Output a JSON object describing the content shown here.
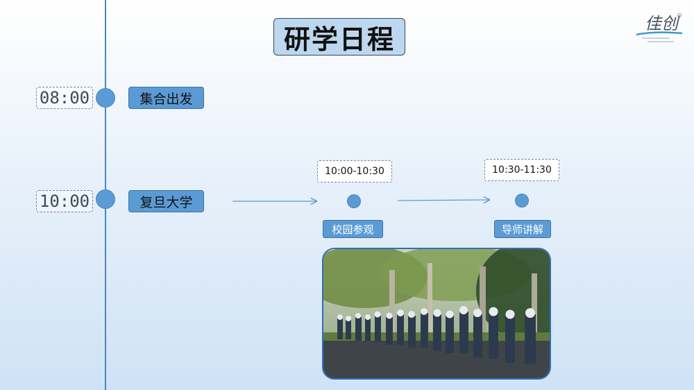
{
  "title": "研学日程",
  "logo": {
    "text": "佳创",
    "caption": ""
  },
  "schedule": [
    {
      "time": "08:00",
      "label": "集合出发"
    },
    {
      "time": "10:00",
      "label": "复旦大学"
    }
  ],
  "sub_events": [
    {
      "range": "10:00-10:30",
      "label": "校园参观"
    },
    {
      "range": "10:30-11:30",
      "label": "导师讲解"
    }
  ],
  "colors": {
    "accent": "#5b9bd5",
    "line": "#4a86c5",
    "photo_border": "#2e6fb8"
  }
}
